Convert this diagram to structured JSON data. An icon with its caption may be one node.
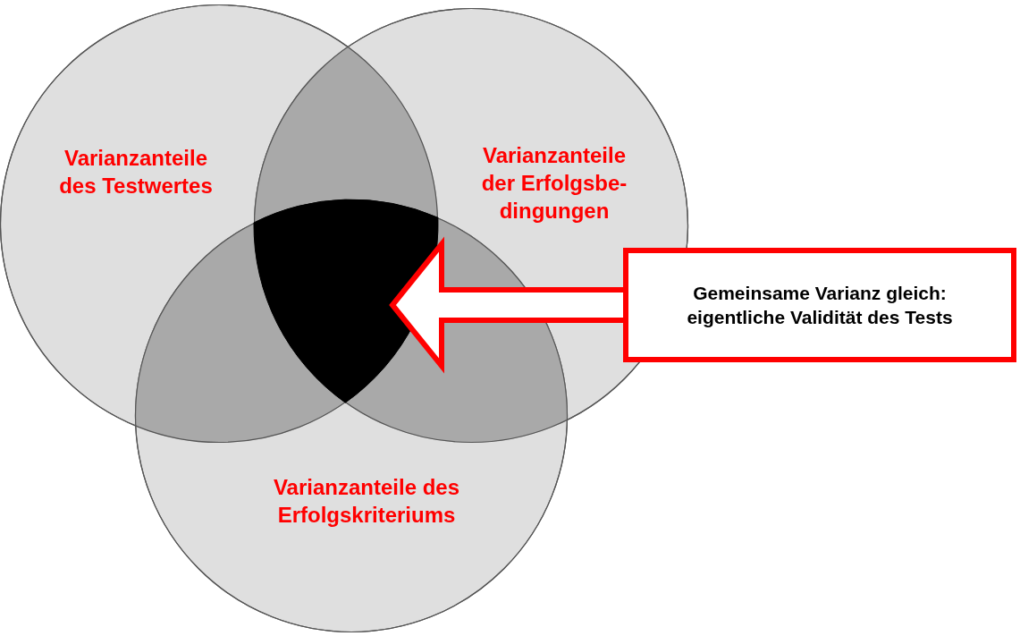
{
  "diagram": {
    "nodes": [
      {
        "text": [
          "Varianzanteile des Testwertes"
        ]
      },
      {
        "text": [
          "Varianzanteile der Erfolgsbe- dingungen"
        ]
      },
      {
        "text": [
          "Varianzanteile des Erfolgskriteriums"
        ]
      },
      {
        "text": [],
        "shape": "triangle"
      },
      {
        "text": [
          "Gemeinsame Varianz gleich: eigentliche Validität des Tests"
        ]
      }
    ],
    "edges": [
      {
        "from": 4,
        "to": 3,
        "arrow": "to",
        "style": "thick",
        "color": "#ff0000"
      }
    ]
  }
}
